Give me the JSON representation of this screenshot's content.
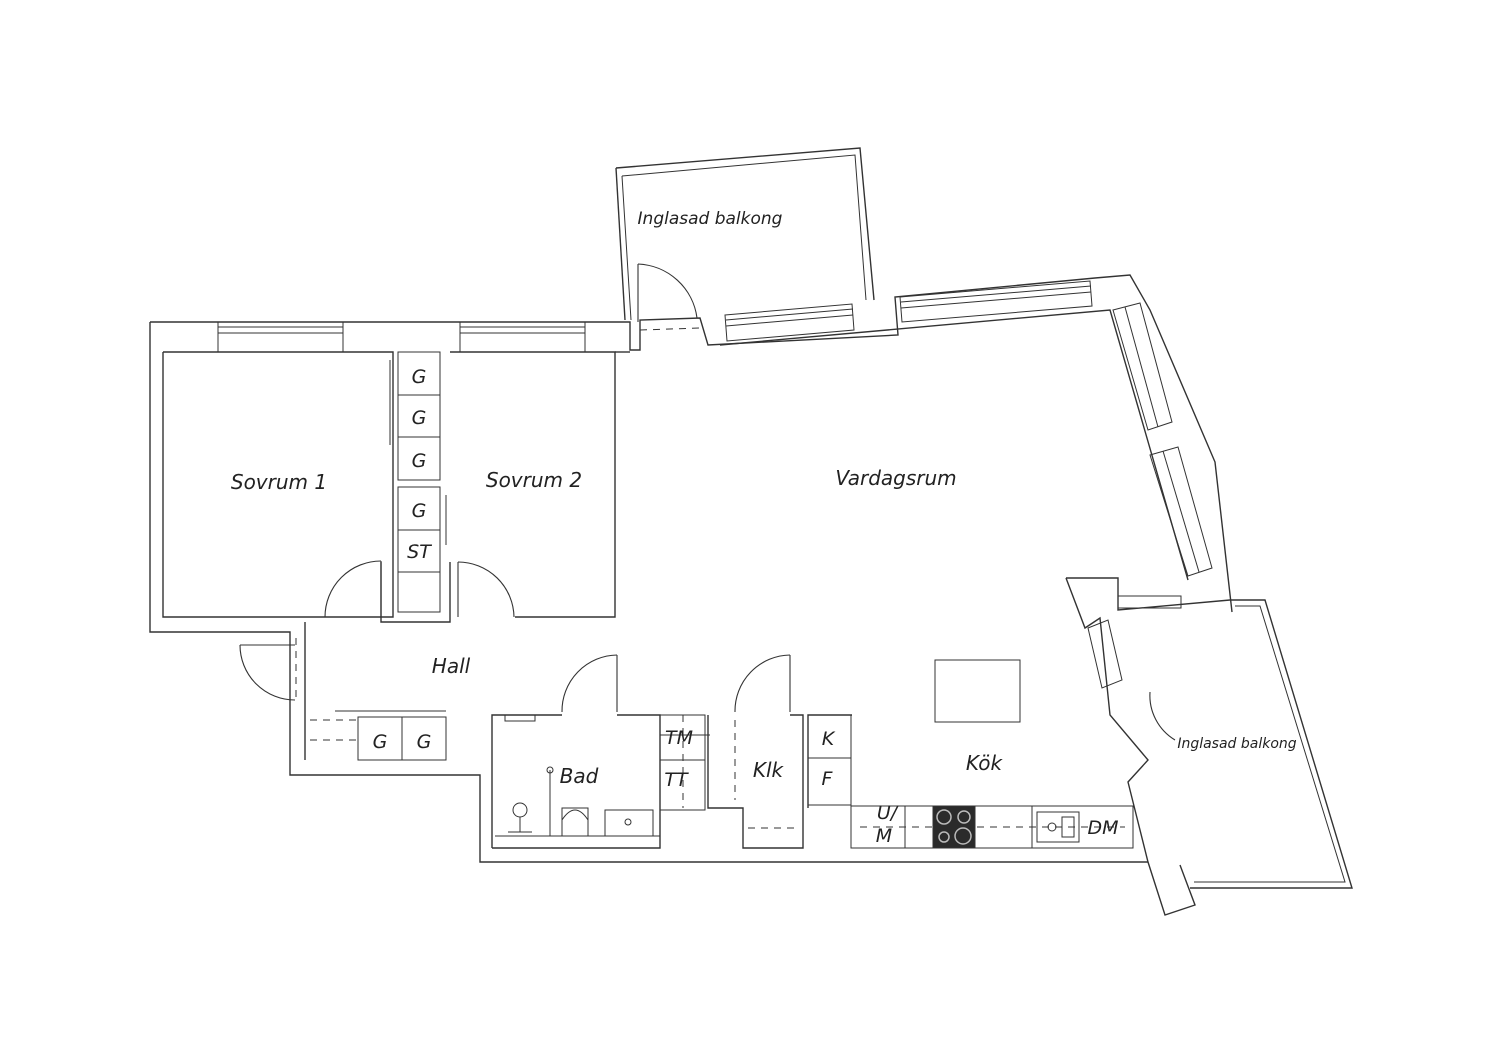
{
  "rooms": {
    "balcony_top": "Inglasad balkong",
    "balcony_right": "Inglasad balkong",
    "sovrum1": "Sovrum 1",
    "sovrum2": "Sovrum 2",
    "vardagsrum": "Vardagsrum",
    "hall": "Hall",
    "bad": "Bad",
    "klk": "Klk",
    "kok": "Kök"
  },
  "fixtures": {
    "g": "G",
    "st": "ST",
    "tm": "TM",
    "tt": "TT",
    "k": "K",
    "f": "F",
    "um_top": "U/",
    "um_bottom": "M",
    "dm": "DM"
  }
}
